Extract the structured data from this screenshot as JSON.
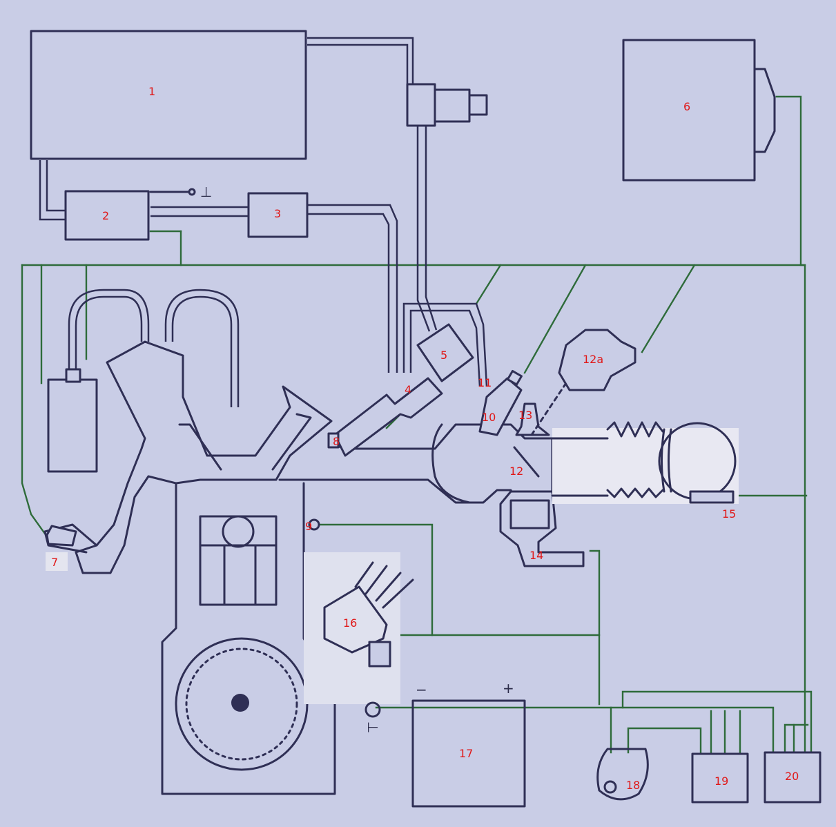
{
  "diagram": {
    "labels": {
      "c1": "1",
      "c2": "2",
      "c3": "3",
      "c4": "4",
      "c5": "5",
      "c6": "6",
      "c7": "7",
      "c8": "8",
      "c9": "9",
      "c10": "10",
      "c11": "11",
      "c12": "12",
      "c12a": "12a",
      "c13": "13",
      "c14": "14",
      "c15": "15",
      "c16": "16",
      "c17": "17",
      "c18": "18",
      "c19": "19",
      "c20": "20"
    },
    "symbols": {
      "ground_top": "⊥",
      "ground_battery": "⊥",
      "minus": "−",
      "plus": "+"
    },
    "colors": {
      "background": "#c9cde6",
      "line": "#2f2f55",
      "wire": "#2e6b3a",
      "label": "#e01818"
    }
  }
}
